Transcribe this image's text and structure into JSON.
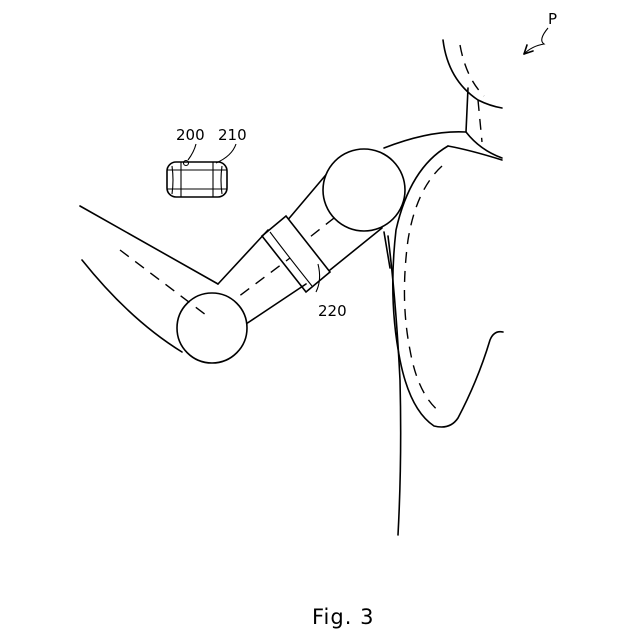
{
  "labels": {
    "person": "P",
    "camera": "200",
    "camera_body": "210",
    "band": "220"
  },
  "caption": "Fig. 3"
}
